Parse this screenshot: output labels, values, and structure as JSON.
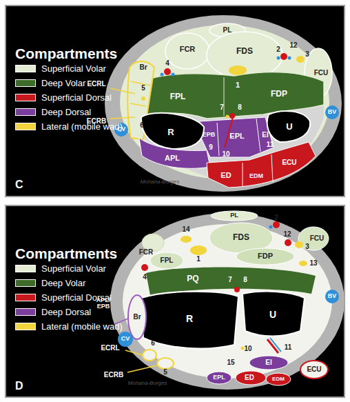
{
  "diagram": {
    "labels": [
      "Compartments",
      "C",
      "PL",
      "FCR",
      "FDS",
      "Br",
      "4",
      "12",
      "2",
      "3",
      "FCU",
      "1",
      "ECRL",
      "5",
      "6",
      "CV",
      "FPL",
      "FDP",
      "7",
      "8",
      "R",
      "EPB",
      "9",
      "EPL",
      "EI",
      "U",
      "BV",
      "ECRB",
      "APL",
      "10",
      "11",
      "ED",
      "EDM",
      "ECU",
      "Mohana-Borges",
      "Compartments",
      "D",
      "PL",
      "2",
      "14",
      "1",
      "FDS",
      "12",
      "3",
      "FCU",
      "FCR",
      "FPL",
      "FDP",
      "13",
      "4",
      "PQ",
      "7",
      "8",
      "BV",
      "APL/ EPB",
      "Br",
      "R",
      "U",
      "CV",
      "6",
      "5",
      "10",
      "11",
      "15",
      "EI",
      "ED",
      "EDM",
      "ECU",
      "EPL",
      "ECRL",
      "ECRB",
      "Mohana-Borges"
    ],
    "legend": [
      {
        "text": "Superficial Volar",
        "color": "#e4edd3"
      },
      {
        "text": "Deep Volar",
        "color": "#3d6b2a"
      },
      {
        "text": "Superficial Dorsal",
        "color": "#c8181e"
      },
      {
        "text": "Deep Dorsal",
        "color": "#7b3d9c"
      },
      {
        "text": "Lateral (mobile wad)",
        "color": "#f2d43c"
      },
      {
        "text": "Superficial Volar",
        "color": "#e4edd3"
      },
      {
        "text": "Deep Volar",
        "color": "#3d6b2a"
      },
      {
        "text": "Superficial Dorsal",
        "color": "#c8181e"
      },
      {
        "text": "Deep Dorsal",
        "color": "#7b3d9c"
      },
      {
        "text": "Lateral (mobile wad)",
        "color": "#f2d43c"
      }
    ]
  }
}
